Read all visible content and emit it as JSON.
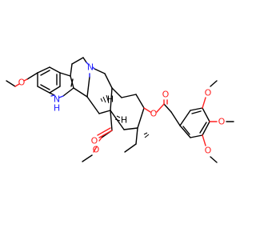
{
  "colors": {
    "bond": "#000000",
    "oxygen": "#ff2020",
    "nitrogen": "#2323ff",
    "background": "#ffffff"
  },
  "atom_labels": {
    "o_methoxy_indole": "O",
    "nh_indole": "N",
    "nh_indole_h": "H",
    "n_tertiary": "N",
    "h_stereo_1": "H",
    "h_stereo_2": "H",
    "o_ester_carbonyl": "O",
    "o_ester_single": "O",
    "o_carbonyl_right": "O",
    "o_ester_right": "O",
    "o_methoxy_top": "O",
    "o_methoxy_mid": "O",
    "o_methoxy_bottom": "O"
  }
}
